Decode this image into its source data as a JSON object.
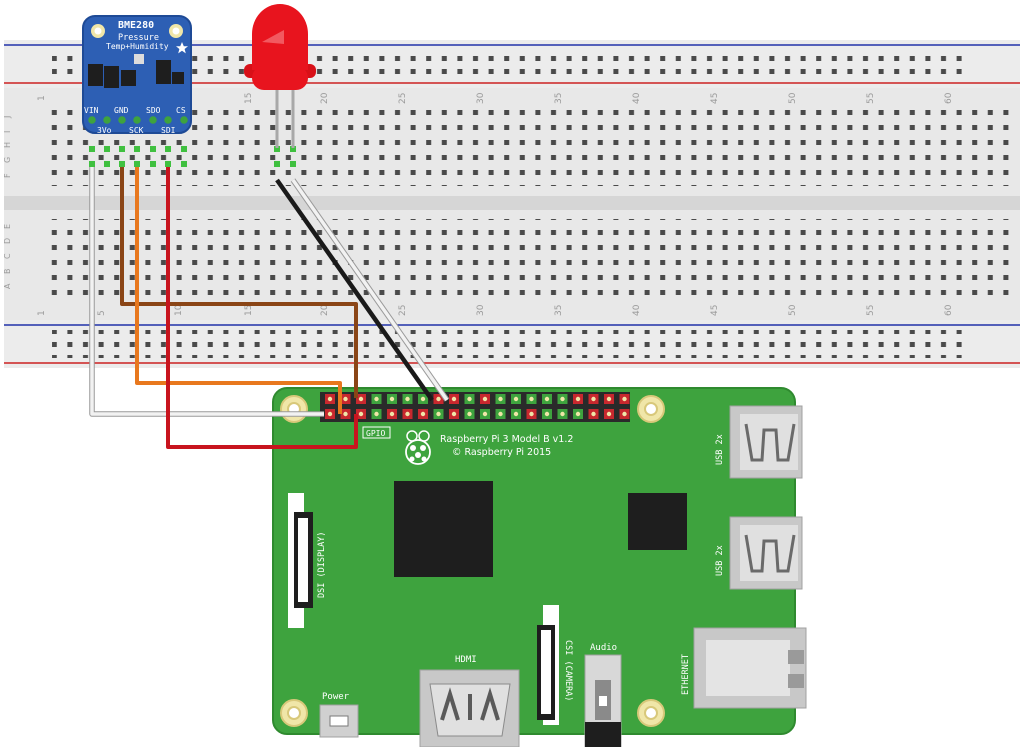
{
  "breadboard": {
    "columns": [
      "1",
      "5",
      "10",
      "15",
      "20",
      "25",
      "30",
      "35",
      "40",
      "45",
      "50",
      "55",
      "60"
    ],
    "rows_top": [
      "J",
      "I",
      "H",
      "G",
      "F"
    ],
    "rows_bottom": [
      "E",
      "D",
      "C",
      "B",
      "A"
    ]
  },
  "sensor": {
    "title": "BME280",
    "subtitle_1": "Pressure",
    "subtitle_2": "Temp+Humidity",
    "pins_top": [
      "VIN",
      "GND",
      "SDO",
      "CS"
    ],
    "pins_bottom": [
      "3Vo",
      "SCK",
      "SDI"
    ]
  },
  "pi": {
    "gpio_label": "GPIO",
    "model": "Raspberry Pi 3 Model B v1.2",
    "copyright": "© Raspberry Pi 2015",
    "usb1": "USB 2x",
    "usb2": "USB 2x",
    "dsi": "DSI (DISPLAY)",
    "csi": "CSI (CAMERA)",
    "hdmi": "HDMI",
    "audio": "Audio",
    "power": "Power",
    "ethernet": "ETHERNET"
  },
  "colors": {
    "pi_green": "#3ea33e",
    "wire_white": "#e8e8e8",
    "wire_brown": "#8a4516",
    "wire_orange": "#e8781e",
    "wire_red": "#c8141e",
    "wire_black": "#1a1a1a",
    "led_red": "#e8141e",
    "sensor_blue": "#2d5fb4"
  }
}
